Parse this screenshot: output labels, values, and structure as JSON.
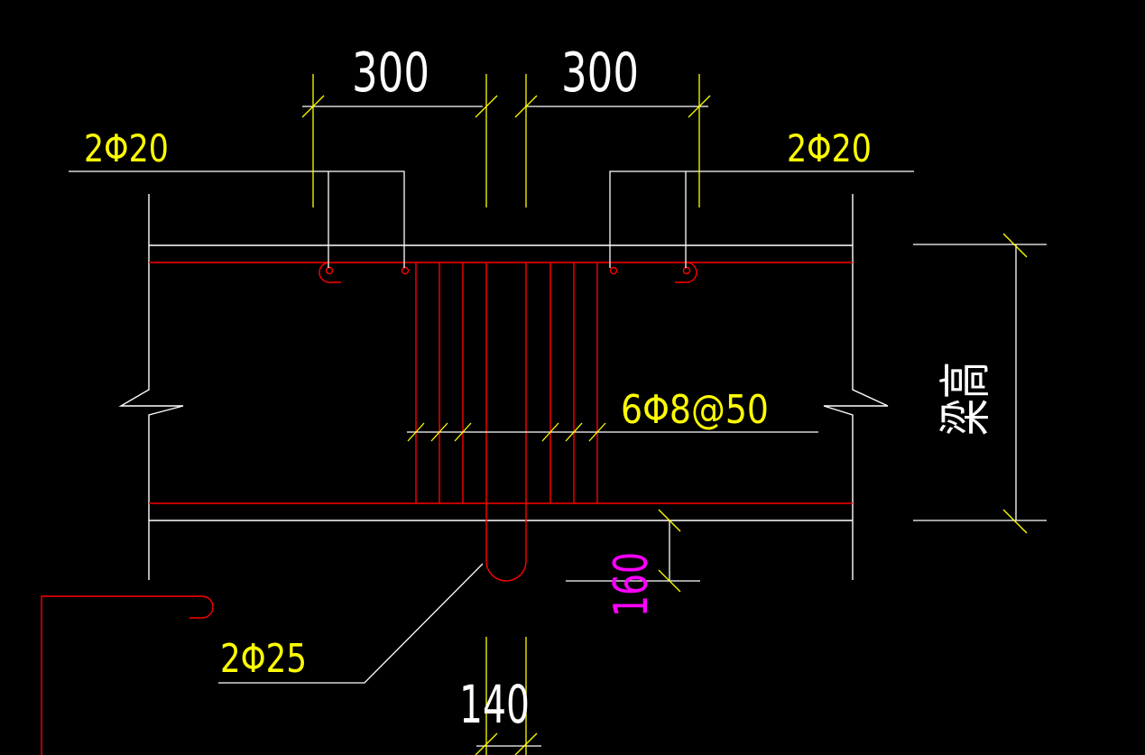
{
  "colors": {
    "background": "#000000",
    "outline": "#ffffff",
    "rebar": "#ff0000",
    "dimension": "#ffff00",
    "annotation_magenta": "#ff00ff"
  },
  "dimensions": {
    "left_spacing": "300",
    "right_spacing": "300",
    "bar_width": "140",
    "hook_extension": "160"
  },
  "labels": {
    "top_left_bars": "2Φ20",
    "top_right_bars": "2Φ20",
    "stirrups": "6Φ8@50",
    "hanger_bar": "2Φ25",
    "beam_height": "梁高"
  }
}
